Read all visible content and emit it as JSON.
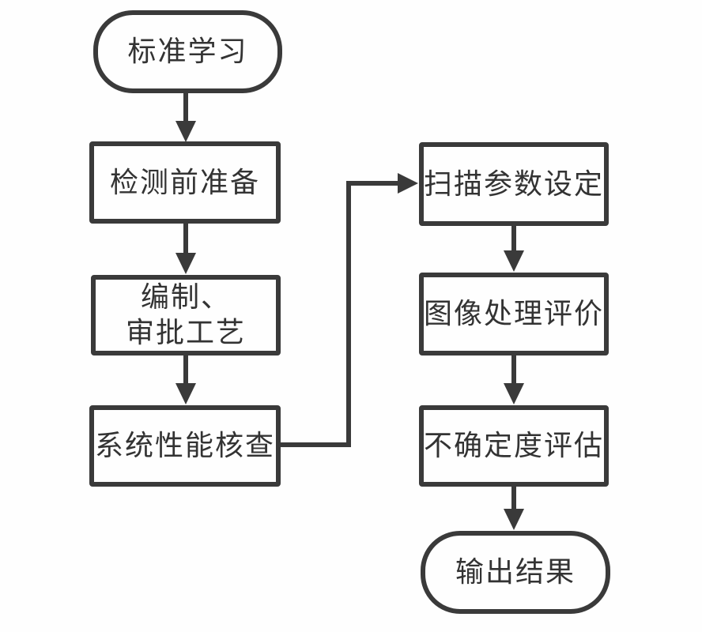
{
  "diagram": {
    "type": "flowchart",
    "colors": {
      "stroke": "#3a3a3a",
      "text": "#333333",
      "background": "#fefefe"
    },
    "nodes": {
      "standard_learning": {
        "label": "标准学习",
        "shape": "rounded-start"
      },
      "pre_detection_preparation": {
        "label": "检测前准备",
        "shape": "rect"
      },
      "compile_approve_process": {
        "label": "编制、\n审批工艺",
        "shape": "rect"
      },
      "system_performance_check": {
        "label": "系统性能核查",
        "shape": "rect"
      },
      "scan_parameter_setting": {
        "label": "扫描参数设定",
        "shape": "rect"
      },
      "image_processing_evaluation": {
        "label": "图像处理评价",
        "shape": "rect"
      },
      "uncertainty_evaluation": {
        "label": "不确定度评估",
        "shape": "rect"
      },
      "output_result": {
        "label": "输出结果",
        "shape": "rounded-end"
      }
    },
    "edges": [
      {
        "from": "standard_learning",
        "to": "pre_detection_preparation",
        "style": "arrow-down"
      },
      {
        "from": "pre_detection_preparation",
        "to": "compile_approve_process",
        "style": "arrow-down"
      },
      {
        "from": "compile_approve_process",
        "to": "system_performance_check",
        "style": "arrow-down"
      },
      {
        "from": "system_performance_check",
        "to": "scan_parameter_setting",
        "style": "elbow-right-up-right"
      },
      {
        "from": "scan_parameter_setting",
        "to": "image_processing_evaluation",
        "style": "arrow-down"
      },
      {
        "from": "image_processing_evaluation",
        "to": "uncertainty_evaluation",
        "style": "arrow-down"
      },
      {
        "from": "uncertainty_evaluation",
        "to": "output_result",
        "style": "arrow-down"
      }
    ]
  }
}
